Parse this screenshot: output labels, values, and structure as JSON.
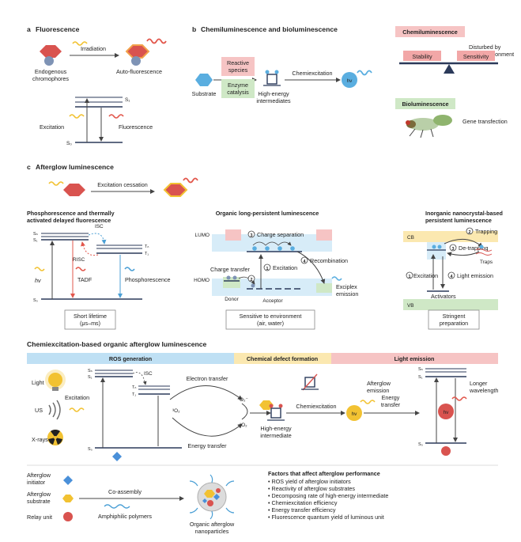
{
  "colors": {
    "hex_red": "#d9534f",
    "hex_blue": "#5aaee0",
    "hex_yellow": "#f2c232",
    "pink_band": "#f6c4c4",
    "blue_band": "#bfe0f4",
    "yellow_band": "#fbe8b0",
    "green_band": "#cfe8c6",
    "light_blue": "#d7ecf8",
    "navy": "#2b3a5a"
  },
  "panel_a": {
    "label": "a",
    "title": "Fluorescence",
    "irradiation": "Irradiation",
    "endogenous": [
      "Endogenous",
      "chromophores"
    ],
    "auto": "Auto-fluorescence",
    "s1": "S₁",
    "s0": "S₀",
    "excitation": "Excitation",
    "fluorescence": "Fluorescence"
  },
  "panel_b": {
    "label": "b",
    "title": "Chemiluminescence and bioluminescence",
    "substrate": "Substrate",
    "reactive": [
      "Reactive",
      "species"
    ],
    "enzyme": [
      "Enzyme",
      "catalysis"
    ],
    "high_energy": [
      "High-energy",
      "intermediates"
    ],
    "chemiexcitation": "Chemiexcitation",
    "hv": "hv",
    "chemi_tag": "Chemiluminescence",
    "disturbed": [
      "Disturbed by",
      "microenvironment"
    ],
    "stability": "Stability",
    "sensitivity": "Sensitivity",
    "bio_tag": "Bioluminescence",
    "gene": "Gene transfection"
  },
  "panel_c": {
    "label": "c",
    "title": "Afterglow luminescence",
    "excitation_cessation": "Excitation cessation",
    "phos_title": [
      "Phosphorescence and thermally",
      "activated delayed fluorescence"
    ],
    "sn": "Sₙ",
    "s1": "S₁",
    "s0": "S₀",
    "tn": "Tₙ",
    "t1": "T₁",
    "isc": "ISC",
    "risc": "RISC",
    "hv": "hv",
    "tadf": "TADF",
    "phosphorescence": "Phosphorescence",
    "short_lifetime": [
      "Short lifetime",
      "(μs–ms)"
    ],
    "olpl_title": "Organic long-persistent luminescence",
    "lumo": "LUMO",
    "homo": "HOMO",
    "donor": "Donor",
    "acceptor": "Acceptor",
    "charge_sep": "Charge separation",
    "excitation": "Excitation",
    "charge_transfer": "Charge transfer",
    "recombination": "Recombination",
    "exciplex": [
      "Exciplex",
      "emission"
    ],
    "n1": "1",
    "n2": "2",
    "n3": "3",
    "n4": "4",
    "sensitive": [
      "Sensitive to environment",
      "(air, water)"
    ],
    "inorg_title": [
      "Inorganic nanocrystal-based",
      "persistent luminescence"
    ],
    "cb": "CB",
    "vb": "VB",
    "trapping": "Trapping",
    "detrapping": "De-trapping",
    "traps": "Traps",
    "light_emission": "Light emission",
    "activators": "Activators",
    "stringent": [
      "Stringent",
      "preparation"
    ]
  },
  "panel_d": {
    "title": "Chemiexcitation-based organic afterglow luminescence",
    "ros": "ROS generation",
    "defect": "Chemical defect formation",
    "light": "Light emission",
    "light_src": "Light",
    "us": "US",
    "xrays": "X-rays",
    "excitation": "Excitation",
    "sn": "Sₙ",
    "s1": "S₁",
    "s0": "S₀",
    "tn": "Tₙ",
    "t1": "T₁",
    "isc": "ISC",
    "o2_triplet": "³O₂",
    "o2_super": "O₂⁻",
    "o2_singlet": "¹O₂",
    "electron_transfer": "Electron transfer",
    "energy_transfer": "Energy transfer",
    "chemiexcitation": "Chemiexcitation",
    "high_energy": [
      "High-energy",
      "intermediate"
    ],
    "afterglow_emission": [
      "Afterglow",
      "emission"
    ],
    "energy_transfer2": [
      "Energy",
      "transfer"
    ],
    "longer": [
      "Longer",
      "wavelength"
    ],
    "hv": "hv",
    "initiator": [
      "Afterglow",
      "initiator"
    ],
    "substrate": [
      "Afterglow",
      "substrate"
    ],
    "relay": "Relay unit",
    "coassembly": "Co-assembly",
    "amphiphilic": "Amphiphilic polymers",
    "nanoparticles": [
      "Organic afterglow",
      "nanoparticles"
    ],
    "factors_title": "Factors that affect afterglow performance",
    "factors": [
      "ROS yield of afterglow initiators",
      "Reactivity of afterglow substrates",
      "Decomposing rate of high-energy intermediate",
      "Chemiexcitation efficiency",
      "Energy transfer efficiency",
      "Fluorescence quantum yield of luminous unit"
    ]
  }
}
